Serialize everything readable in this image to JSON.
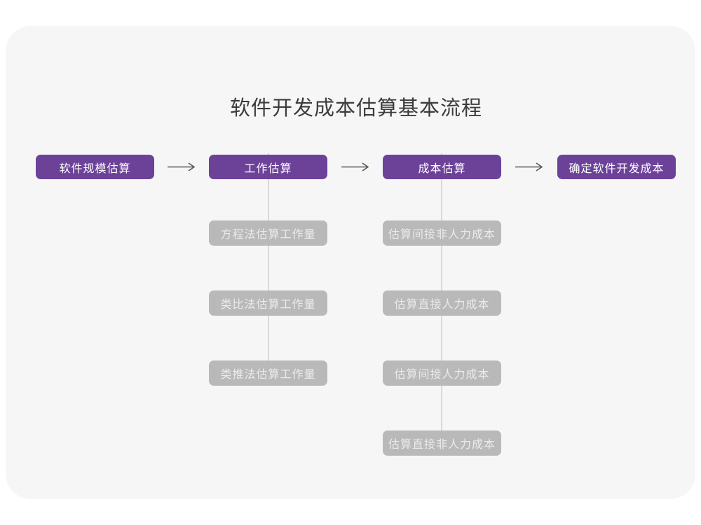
{
  "title": "软件开发成本估算基本流程",
  "flow": {
    "stages": [
      {
        "label": "软件规模估算"
      },
      {
        "label": "工作估算",
        "children": [
          "方程法估算工作量",
          "类比法估算工作量",
          "类推法估算工作量"
        ]
      },
      {
        "label": "成本估算",
        "children": [
          "估算间接非人力成本",
          "估算直接人力成本",
          "估算间接人力成本",
          "估算直接非人力成本"
        ]
      },
      {
        "label": "确定软件开发成本"
      }
    ],
    "arrow_icon": "right-arrow"
  },
  "colors": {
    "page_bg": "#ffffff",
    "card_bg": "#f6f6f6",
    "stage_bg": "#6c4299",
    "stage_text": "#ffffff",
    "substep_bg": "#b9b9b9",
    "substep_text": "#ebebeb",
    "connector": "#d9d9d9",
    "arrow": "#58585a",
    "title_text": "#3c3c3c"
  }
}
